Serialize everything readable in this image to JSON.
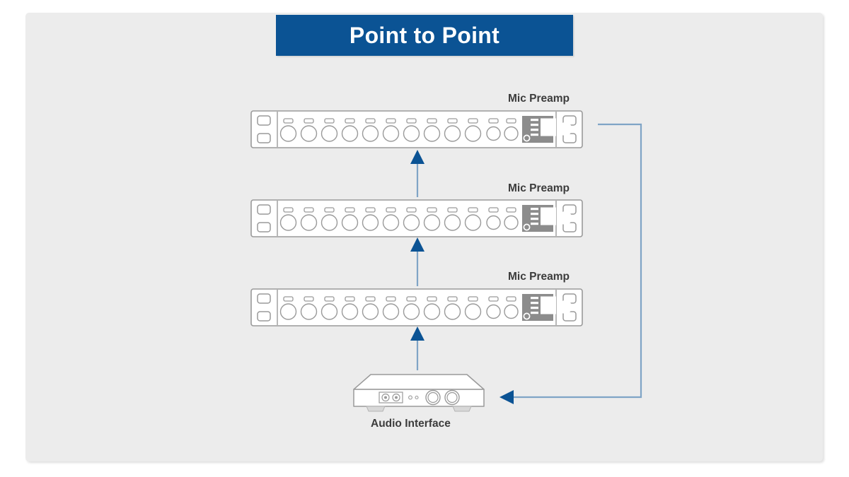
{
  "diagram": {
    "title": "Point to Point",
    "title_bg_color": "#0b5394",
    "title_text_color": "#ffffff",
    "canvas_bg_color": "#ececec",
    "page_bg_color": "#ffffff",
    "arrow_head_color": "#0b5394",
    "arrow_shaft_color": "#7fa4c6",
    "device_body_color": "#ffffff",
    "device_outline_color": "#9a9a9a",
    "device_panel_color": "#8c8c8c",
    "label_color": "#3c3c3c"
  },
  "devices": [
    {
      "id": "preamp-top",
      "label": "Mic Preamp",
      "type": "rack-preamp",
      "channels": 12
    },
    {
      "id": "preamp-middle",
      "label": "Mic Preamp",
      "type": "rack-preamp",
      "channels": 12
    },
    {
      "id": "preamp-bottom",
      "label": "Mic Preamp",
      "type": "rack-preamp",
      "channels": 12
    },
    {
      "id": "audio-interface",
      "label": "Audio Interface",
      "type": "audio-interface"
    }
  ],
  "connections": [
    {
      "id": "conn-interface-to-bottom",
      "from": "audio-interface",
      "to": "preamp-bottom",
      "direction": "up",
      "style": "straight"
    },
    {
      "id": "conn-bottom-to-middle",
      "from": "preamp-bottom",
      "to": "preamp-middle",
      "direction": "up",
      "style": "straight"
    },
    {
      "id": "conn-middle-to-top",
      "from": "preamp-middle",
      "to": "preamp-top",
      "direction": "up",
      "style": "straight"
    },
    {
      "id": "conn-top-to-interface",
      "from": "preamp-top",
      "to": "audio-interface",
      "direction": "left",
      "style": "elbow-return"
    }
  ]
}
